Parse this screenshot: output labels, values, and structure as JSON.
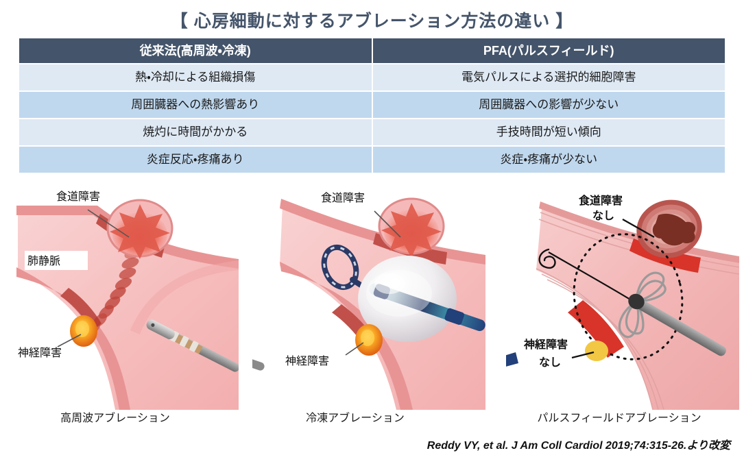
{
  "title": "【 心房細動に対するアブレーション方法の違い 】",
  "colors": {
    "title_text": "#44546a",
    "table_header_bg": "#44546a",
    "table_header_text": "#ffffff",
    "row_light_bg": "#dee9f4",
    "row_medium_bg": "#c0d8ee",
    "vessel_pink": "#f4b8b8",
    "vessel_wall_dark": "#c1504a",
    "lesion_red": "#d8342a",
    "nerve_orange": "#f5a623",
    "nerve_yellow": "#f2c744",
    "catheter_gray": "#8a8a8a",
    "catheter_navy": "#2a3a66",
    "catheter_teal": "#3d8fa8",
    "balloon_white": "#f2f0f2"
  },
  "table": {
    "headers": [
      "従来法(高周波・冷凍)",
      "PFA(パルスフィールド)"
    ],
    "rows": [
      [
        "熱・冷却による組織損傷",
        "電気パルスによる選択的細胞障害"
      ],
      [
        "周囲臓器への熱影響あり",
        "周囲臓器への影響が少ない"
      ],
      [
        "焼灼に時間がかかる",
        "手技時間が短い傾向"
      ],
      [
        "炎症反応・疼痛あり",
        "炎症・疼痛が少ない"
      ]
    ]
  },
  "panels": [
    {
      "id": "rf",
      "caption": "高周波アブレーション",
      "labels": {
        "esophagus": "食道障害",
        "vein": "肺静脈",
        "nerve": "神経障害"
      }
    },
    {
      "id": "cryo",
      "caption": "冷凍アブレーション",
      "labels": {
        "esophagus": "食道障害",
        "nerve": "神経障害"
      }
    },
    {
      "id": "pfa",
      "caption": "パルスフィールドアブレーション",
      "labels": {
        "esophagus_line1": "食道障害",
        "esophagus_line2": "なし",
        "nerve_line1": "神経障害",
        "nerve_line2": "なし"
      }
    }
  ],
  "citation": "Reddy VY, et al. J Am Coll Cardiol 2019;74:315-26.より改変"
}
